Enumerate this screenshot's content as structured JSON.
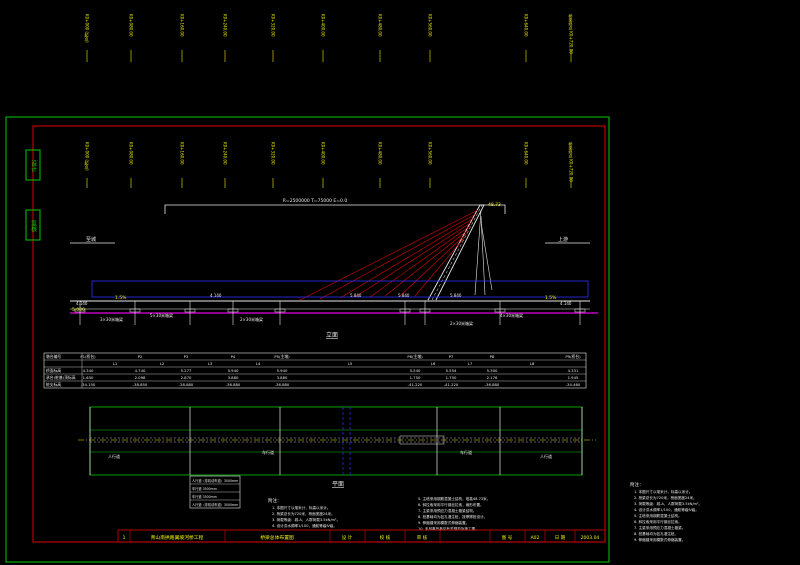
{
  "top_stations": [
    "K0+000 (起点)",
    "K0+080.00",
    "K0+160.00",
    "K0+240.00",
    "K0+320.00",
    "K0+400.00",
    "K0+480.00",
    "K0+560.00",
    "K0+640.00",
    "桥梁终点 K0+720.00"
  ],
  "mid_stations": [
    "K0+000 (起点)",
    "K0+080.00",
    "K0+160.00",
    "K0+240.00",
    "K0+320.00",
    "K0+400.00",
    "K0+480.00",
    "K0+560.00",
    "K0+640.00",
    "桥梁终点 K0+720.00"
  ],
  "side_labels": [
    "设计",
    "复核"
  ],
  "elevation": {
    "span_text": "R=2500000  T=75000  E=0.0",
    "top_elev": "48.73",
    "dir_left": "至城",
    "dir_right": "上游",
    "slope_left": "1.5%",
    "slope_right": "1.5%",
    "water_level": "5.000",
    "title": "立面",
    "elev_marks": [
      "4.140",
      "4.140",
      "5.840",
      "5.840",
      "5.840",
      "4.140"
    ],
    "pile_notes": [
      "3×30米箱梁",
      "5×30米箱梁",
      "2×30米箱梁",
      "2×30米箱梁",
      "4×30米箱梁"
    ]
  },
  "table": {
    "col_headers": [
      "P1(桥台)",
      "P2",
      "P3",
      "P4",
      "P5(主墩)",
      "P6(主墩)",
      "P7",
      "P8",
      "P9(桥台)"
    ],
    "span_headers": [
      "L1",
      "L2",
      "L3",
      "L4",
      "L5",
      "L6",
      "L7",
      "L8"
    ],
    "row_labels": [
      "墩台编号",
      "桥面标高",
      "承台(桩基)顶标高",
      "桩尖标高"
    ],
    "rows": [
      [
        "4.340",
        "4.740",
        "5.277",
        "5.940",
        "5.940",
        "5.540",
        "5.554",
        "5.300",
        "4.331"
      ],
      [
        "1.650",
        "2.098",
        "2.870",
        "3.880",
        "3.880",
        "1.750",
        "1.750",
        "2.176",
        "1.945"
      ],
      [
        "-34.150",
        "-38.850",
        "-38.880",
        "-36.880",
        "-36.880",
        "-41.220",
        "-41.220",
        "-36.880",
        "-34.460"
      ]
    ]
  },
  "plan": {
    "title": "平面",
    "labels": [
      "人行道",
      "车行道",
      "车行道",
      "人行道"
    ]
  },
  "legend_box": {
    "rows": [
      "人行道（非机动车道）3000mm",
      "车行道 3500mm",
      "车行道 3500mm",
      "人行道（非机动车道）3000mm"
    ]
  },
  "notes_center": {
    "heading": "附注：",
    "lines": [
      "1. 本图尺寸以毫米计，标高以米计。",
      "2. 桥梁总长为720米，桥面宽度24米。",
      "3. 荷载等级：城-A，人群荷载3.5kN/m²。",
      "4. 设计洪水频率1/100，通航等级Ⅳ级。"
    ]
  },
  "notes_mid": {
    "lines": [
      "5. 主塔采用钢筋混凝土结构，塔高48.73米。",
      "6. 斜拉索采用平行钢丝拉索，扇形布置。",
      "7. 主梁采用预应力混凝土箱梁结构。",
      "8. 桩基础均为钻孔灌注桩，按摩擦桩设计。",
      "9. 伸缩缝采用模数式伸缩装置。",
      "10. 未尽事宜参见有关规范及施工图。"
    ]
  },
  "notes_right": {
    "heading": "附注：",
    "lines": [
      "1. 本图尺寸以毫米计，标高以米计。",
      "2. 桥梁总长为720米，桥面宽度24米。",
      "3. 荷载等级：城-A，人群荷载3.5kN/m²。",
      "4. 设计洪水频率1/100，通航等级Ⅳ级。",
      "5. 主塔采用钢筋混凝土结构。",
      "6. 斜拉索采用平行钢丝拉索。",
      "7. 主梁采用预应力混凝土箱梁。",
      "8. 桩基础均为钻孔灌注桩。",
      "9. 伸缩缝采用模数式伸缩装置。"
    ]
  },
  "title_block": {
    "project": "青山南拱路翼坡河桥工程",
    "drawing": "桥梁总体布置图",
    "design": "设 计",
    "check": "校 核",
    "review": "审 核",
    "drawing_no_label": "图 号",
    "drawing_no": "A02",
    "date_label": "日 期",
    "date": "2003.04",
    "sheet": "1"
  },
  "colors": {
    "frame": "#00c800",
    "border": "#e00000",
    "yellow": "#f0f000",
    "white": "#e8e8e8",
    "magenta": "#e000e0",
    "cyan": "#00e0e0",
    "blue": "#3030ff"
  }
}
